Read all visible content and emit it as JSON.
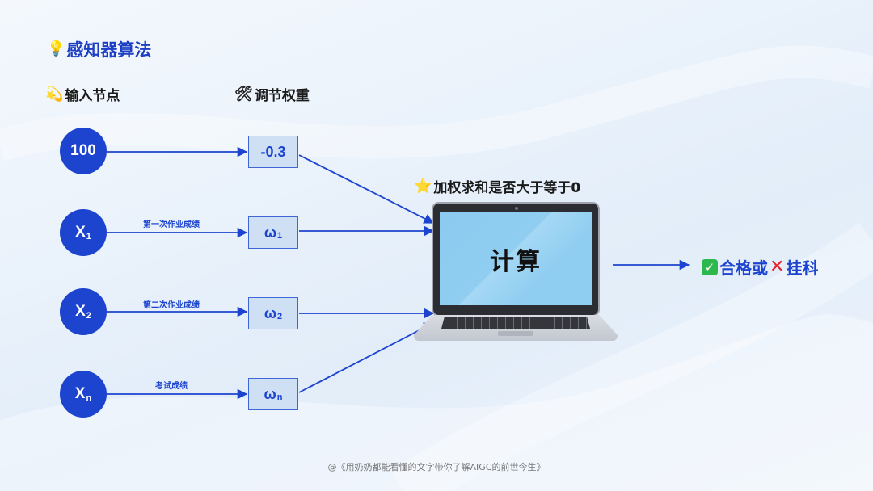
{
  "title": {
    "icon": "lightbulb-icon",
    "text": "感知器算法"
  },
  "headers": {
    "inputs": {
      "icon": "dizzy-star-icon",
      "text": "输入节点"
    },
    "weights": {
      "icon": "hammer-wrench-icon",
      "text": "调节权重"
    }
  },
  "inputs": [
    {
      "main": "100",
      "sub": ""
    },
    {
      "main": "X",
      "sub": "1"
    },
    {
      "main": "X",
      "sub": "2"
    },
    {
      "main": "X",
      "sub": "n"
    }
  ],
  "edge_labels": [
    "",
    "第一次作业成绩",
    "第二次作业成绩",
    "考试成绩"
  ],
  "weights": [
    {
      "main": "-0.3",
      "sub": ""
    },
    {
      "main": "ω",
      "sub": "1"
    },
    {
      "main": "ω",
      "sub": "2"
    },
    {
      "main": "ω",
      "sub": "n"
    }
  ],
  "sum": {
    "icon": "star-icon",
    "text": "加权求和是否大于等于0"
  },
  "computer": {
    "icon": "laptop-icon",
    "screen_text": "计算"
  },
  "result": {
    "check_icon": "check-mark-icon",
    "pass_text": "合格或",
    "cross_icon": "cross-mark-icon",
    "fail_text": "挂科"
  },
  "footer": "@《用奶奶都能看懂的文字带你了解AIGC的前世今生》",
  "colors": {
    "accent": "#1c44cf",
    "weight_fill": "#cfe0f4",
    "screen": "#8ccaef"
  }
}
